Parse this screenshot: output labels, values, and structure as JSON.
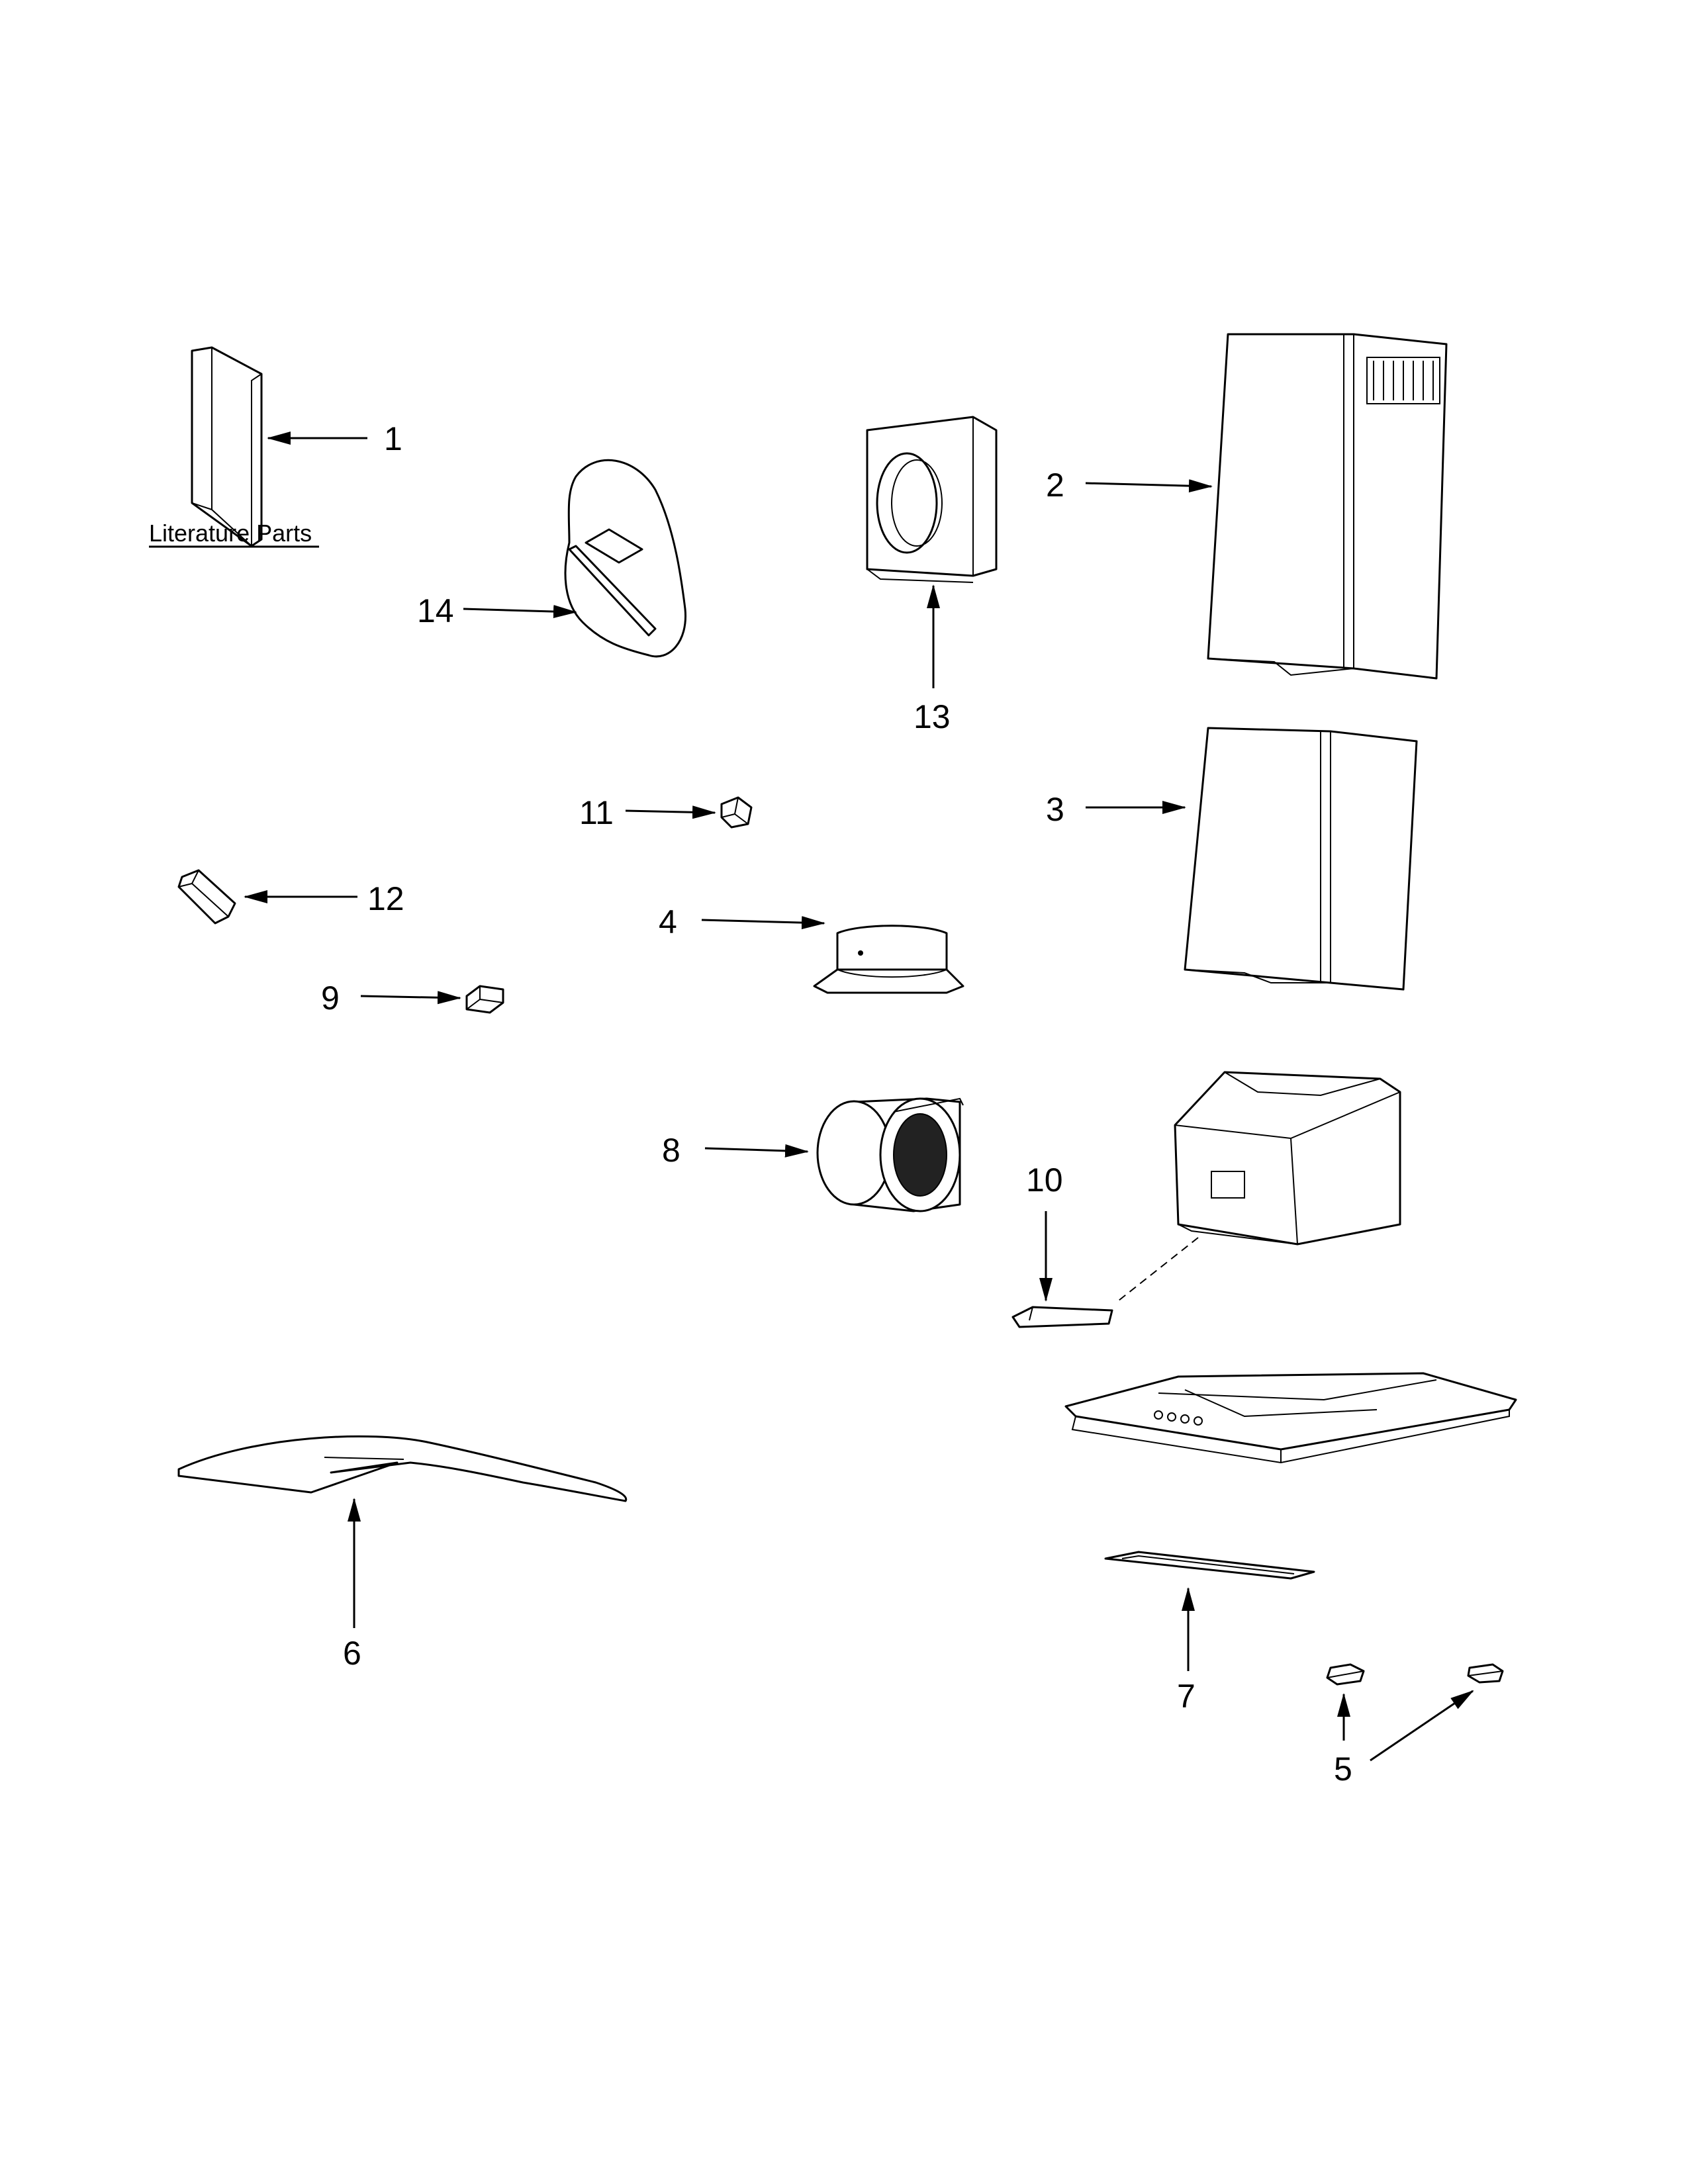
{
  "literature_caption": "Literature Parts",
  "callouts": {
    "c1": "1",
    "c2": "2",
    "c3": "3",
    "c4": "4",
    "c5": "5",
    "c6": "6",
    "c7": "7",
    "c8": "8",
    "c9": "9",
    "c10": "10",
    "c11": "11",
    "c12": "12",
    "c13": "13",
    "c14": "14"
  },
  "colors": {
    "line": "#000000",
    "background": "#ffffff"
  }
}
